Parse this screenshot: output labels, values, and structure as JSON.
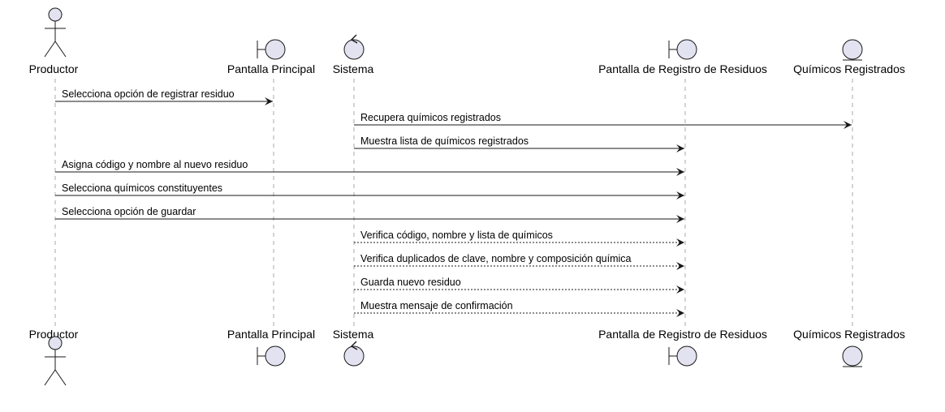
{
  "diagram": {
    "type": "sequence",
    "colors": {
      "shape_fill": "#e2e2f0",
      "shape_stroke": "#181818",
      "lifeline": "#a8a8a8",
      "arrow": "#181818"
    },
    "participants": [
      {
        "id": "productor",
        "label": "Productor",
        "kind": "actor"
      },
      {
        "id": "pantalla_principal",
        "label": "Pantalla Principal",
        "kind": "boundary"
      },
      {
        "id": "sistema",
        "label": "Sistema",
        "kind": "control"
      },
      {
        "id": "pantalla_registro",
        "label": "Pantalla de Registro de Residuos",
        "kind": "boundary"
      },
      {
        "id": "quimicos",
        "label": "Químicos Registrados",
        "kind": "entity"
      }
    ],
    "messages": [
      {
        "from": "productor",
        "to": "pantalla_principal",
        "label": "Selecciona opción de registrar residuo",
        "style": "solid"
      },
      {
        "from": "sistema",
        "to": "quimicos",
        "label": "Recupera químicos registrados",
        "style": "solid"
      },
      {
        "from": "sistema",
        "to": "pantalla_registro",
        "label": "Muestra lista de químicos registrados",
        "style": "solid"
      },
      {
        "from": "productor",
        "to": "pantalla_registro",
        "label": "Asigna código y nombre al nuevo residuo",
        "style": "solid"
      },
      {
        "from": "productor",
        "to": "pantalla_registro",
        "label": "Selecciona químicos constituyentes",
        "style": "solid"
      },
      {
        "from": "productor",
        "to": "pantalla_registro",
        "label": "Selecciona opción de guardar",
        "style": "solid"
      },
      {
        "from": "sistema",
        "to": "pantalla_registro",
        "label": "Verifica código, nombre y lista de químicos",
        "style": "dashed"
      },
      {
        "from": "sistema",
        "to": "pantalla_registro",
        "label": "Verifica duplicados de clave, nombre y composición química",
        "style": "dashed"
      },
      {
        "from": "sistema",
        "to": "pantalla_registro",
        "label": "Guarda nuevo residuo",
        "style": "dashed"
      },
      {
        "from": "sistema",
        "to": "pantalla_registro",
        "label": "Muestra mensaje de confirmación",
        "style": "dashed"
      }
    ]
  }
}
